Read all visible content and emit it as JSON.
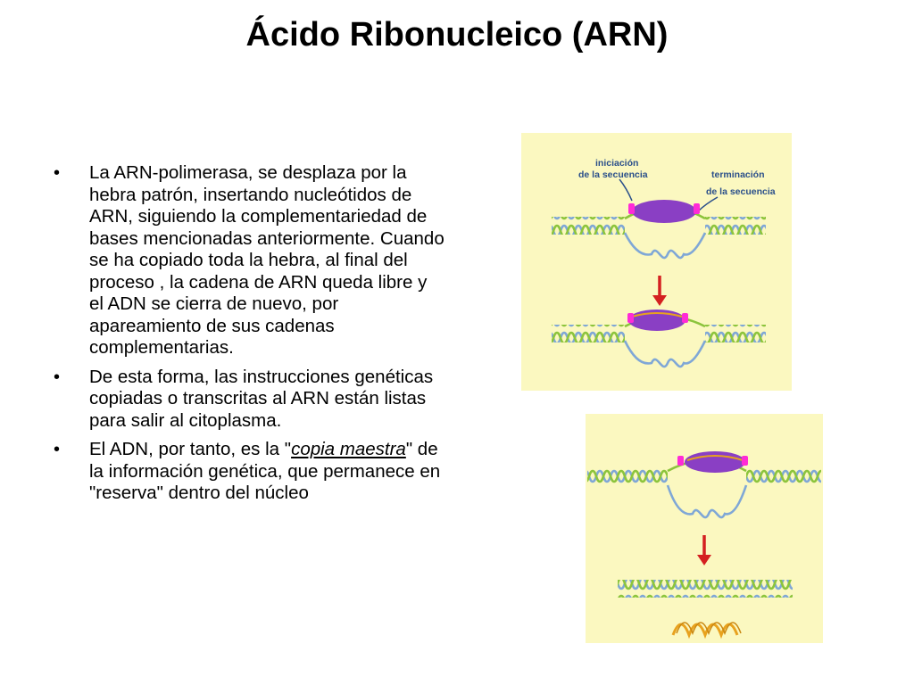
{
  "title": "Ácido Ribonucleico (ARN)",
  "bullets": [
    {
      "text": "La ARN-polimerasa, se desplaza por la hebra patrón, insertando nucleótidos de ARN, siguiendo la complementariedad de bases mencionadas anteriormente. Cuando se ha copiado toda la hebra, al final del proceso , la cadena de ARN queda libre y el ADN se cierra de nuevo, por apareamiento de sus cadenas complementarias."
    },
    {
      "text": "De esta forma, las instrucciones genéticas copiadas o transcritas al ARN están listas para salir al citoplasma."
    },
    {
      "before": "El ADN, por tanto, es la \"",
      "emphasis": "copia maestra",
      "after": "\" de la información genética, que permanece en \"reserva\" dentro del núcleo"
    }
  ],
  "bullet_symbol": "•",
  "figure": {
    "label_start_line1": "iniciación",
    "label_start_line2": "de la secuencia",
    "label_end_line1": "terminación",
    "label_end_line2": "de la secuencia"
  },
  "colors": {
    "figure_bg": "#fbf8c0",
    "dna_blue": "#7fa7d6",
    "dna_green": "#8cc43c",
    "polymerase": "#8a3fc4",
    "marker": "#ff2bd6",
    "arrow": "#d42020",
    "rna": "#e8a21e"
  },
  "icons": [
    "bullet-dot",
    "down-arrow-icon",
    "dna-helix",
    "rna-polymerase"
  ]
}
